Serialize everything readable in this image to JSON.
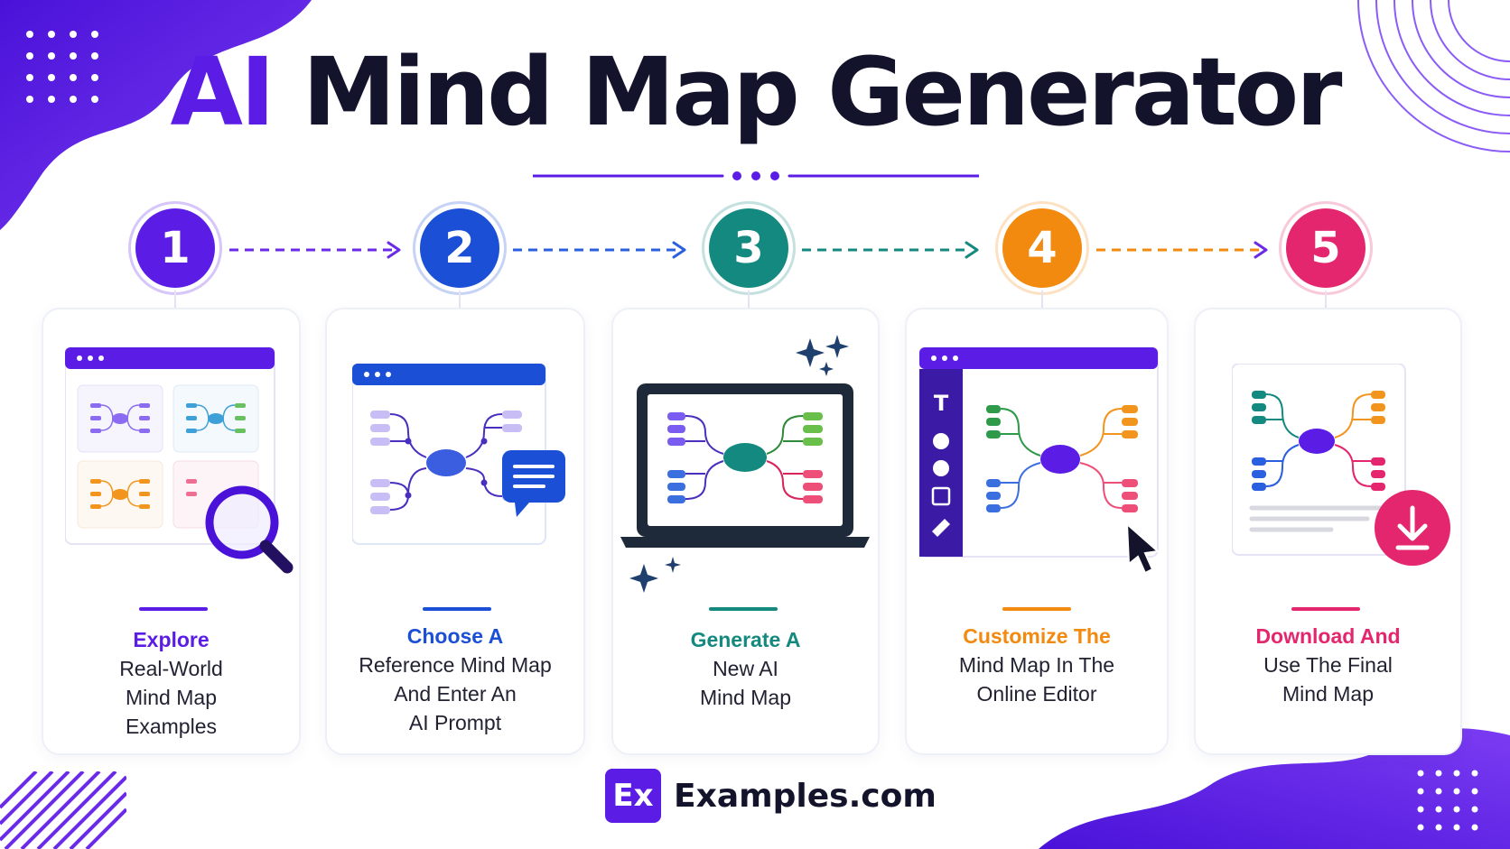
{
  "title": {
    "accent": "AI",
    "rest": "Mind Map Generator"
  },
  "colors": {
    "purple": "#5b1de6",
    "blue": "#1a4fd6",
    "teal": "#14897f",
    "orange": "#f28a10",
    "pink": "#e3266d",
    "dark": "#13132b"
  },
  "steps": [
    {
      "number": "1",
      "heading": "Explore",
      "body": "Real-World\nMind Map\nExamples",
      "icon": "magnifier-icon"
    },
    {
      "number": "2",
      "heading": "Choose A",
      "body": "Reference Mind Map\nAnd Enter An\nAI Prompt",
      "icon": "chat-bubble-icon"
    },
    {
      "number": "3",
      "heading": "Generate A",
      "body": "New AI\nMind Map",
      "icon": "sparkles-icon"
    },
    {
      "number": "4",
      "heading": "Customize The",
      "body": "Mind Map In The\nOnline Editor",
      "icon": "cursor-icon"
    },
    {
      "number": "5",
      "heading": "Download And",
      "body": "Use The Final\nMind Map",
      "icon": "download-icon"
    }
  ],
  "footer": {
    "logo": "Ex",
    "brand": "Examples.com"
  }
}
